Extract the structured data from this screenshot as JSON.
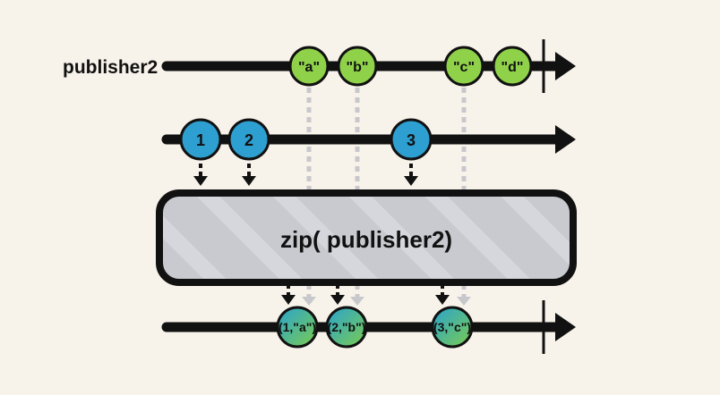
{
  "background": "#f8f3ea",
  "colors": {
    "line": "#111111",
    "green_marble": "#8fd24a",
    "blue_marble": "#2e9fd1",
    "zipped_from": "#2aa3cf",
    "zipped_to": "#7acc4f",
    "operator_fill": "#c9cad0",
    "dashed_line": "#c8c8cc"
  },
  "diagram": {
    "publisher2_label": "publisher2",
    "publisher2_events": [
      "\"a\"",
      "\"b\"",
      "\"c\"",
      "\"d\""
    ],
    "publisher1_events": [
      "1",
      "2",
      "3"
    ],
    "operator_label": "zip( publisher2)",
    "output_events": [
      "(1,\"a\")",
      "(2,\"b\")",
      "(3,\"c\")"
    ]
  }
}
